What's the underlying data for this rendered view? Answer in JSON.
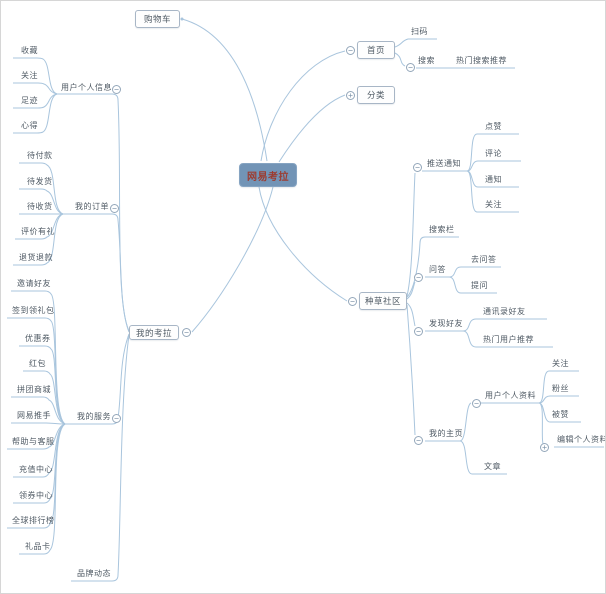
{
  "diagram": {
    "colors": {
      "line": "#a9c5dd",
      "text": "#4f5a64",
      "box_border": "#a8b6c6",
      "central_bg": "#7294b6",
      "central_text": "#9c3c31"
    },
    "icons": {
      "collapse": "−",
      "expand": "+"
    },
    "central": {
      "label": "网易考拉"
    },
    "nodes": {
      "cart": "购物车",
      "home": "首页",
      "scan": "扫码",
      "search": "搜索",
      "hot_search": "热门搜索推荐",
      "category": "分类",
      "community": "种草社区",
      "push_notice": "推送通知",
      "like": "点赞",
      "comment": "评论",
      "notice": "通知",
      "follow_a": "关注",
      "search_bar": "搜索栏",
      "qa": "问答",
      "go_qa": "去问答",
      "ask": "提问",
      "find_friends": "发现好友",
      "contacts_friends": "通讯录好友",
      "hot_users": "热门用户推荐",
      "my_homepage": "我的主页",
      "profile": "用户个人资料",
      "follow_b": "关注",
      "fans": "粉丝",
      "liked": "被赞",
      "edit_profile": "编辑个人资料",
      "article": "文章",
      "my_kaola": "我的考拉",
      "user_info": "用户个人信息",
      "favorites": "收藏",
      "follow_c": "关注",
      "footprint": "足迹",
      "notes": "心得",
      "my_orders": "我的订单",
      "to_pay": "待付款",
      "to_ship": "待发货",
      "to_receive": "待收货",
      "review_gift": "评价有礼",
      "refund": "退货退款",
      "my_services": "我的服务",
      "invite": "邀请好友",
      "checkin_gift": "签到领礼包",
      "coupon": "优惠券",
      "red_packet": "红包",
      "group_mall": "拼团商城",
      "tuishou": "网易推手",
      "help_service": "帮助与客服",
      "recharge_center": "充值中心",
      "coupon_center": "领券中心",
      "global_ranking": "全球排行榜",
      "gift_card": "礼品卡",
      "brand_news": "品牌动态"
    }
  }
}
